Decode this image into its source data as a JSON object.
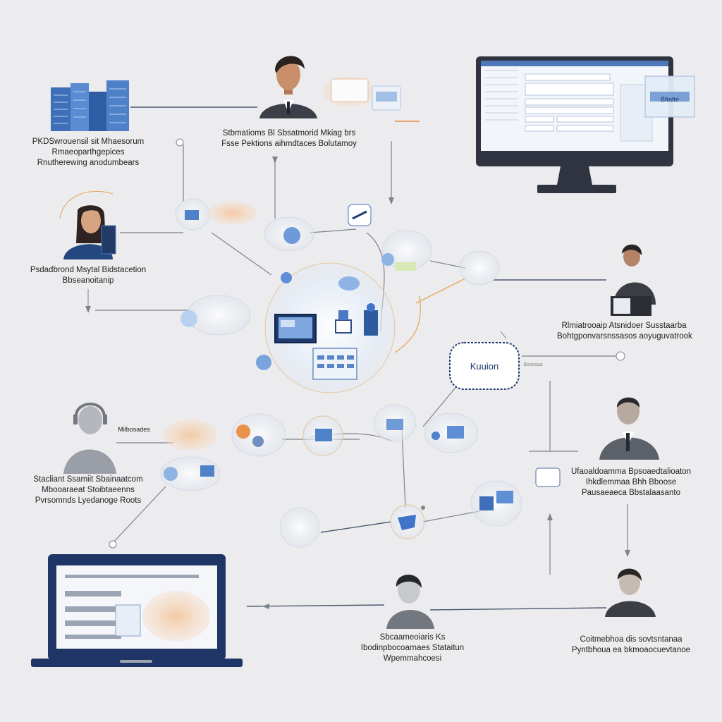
{
  "labels": {
    "server_caption": [
      "PKDSwrouensil sit Mhaesorum",
      "Rmaeoparthgepices",
      "Rnutherewing anodumbears"
    ],
    "manager_caption": [
      "Stbmatioms Bl Sbsatmorid Mkiag brs",
      "Fsse Pektions aihmdtaces Bolutamoy"
    ],
    "woman_caption": [
      "Psdadbrond Msytal Bidstacetion",
      "Bbseanoitanip"
    ],
    "reader_caption": [
      "Rlmiatrooaip Atsnidoer Susstaarba",
      "Bohtgponvarsnssasos aoyuguvatrook"
    ],
    "student_caption": [
      "Stacliant Ssamiit Sbainaatcom",
      "Mbooaraeat Stoibtaeenns",
      "Pvrsomnds Lyedanoge Roots"
    ],
    "headset_caption": [
      "Milbosades"
    ],
    "suit_caption": [
      "Ufaoaldoamma Bpsoaedtalioaton",
      "Ihkdlemmaa Bhh Bboose",
      "Pausaeaeca Bbstalaasanto"
    ],
    "bottom_center_caption": [
      "Sbcaameoiaris Ks",
      "Ibodinpbocoarnaes Stataitun",
      "Wpemmahcoesi"
    ],
    "bottom_right_caption": [
      "Coitmebhoa dis sovtsntanaa",
      "Pyntbhoua ea bkmoaocuevtanoe"
    ],
    "hub_badge": "Kuuion",
    "monitor_popup": "Bftatte",
    "hub_badge_tag": "Bosesaa"
  },
  "colors": {
    "background": "#ececee",
    "navy": "#1f3a6e",
    "blue": "#3f74c9",
    "light_blue": "#9cc0ea",
    "orange": "#e8924a",
    "peach": "#f0b98a",
    "skin": "#c98f6b",
    "line_gray": "#8a8f98",
    "dark_suit": "#3b3f47"
  }
}
